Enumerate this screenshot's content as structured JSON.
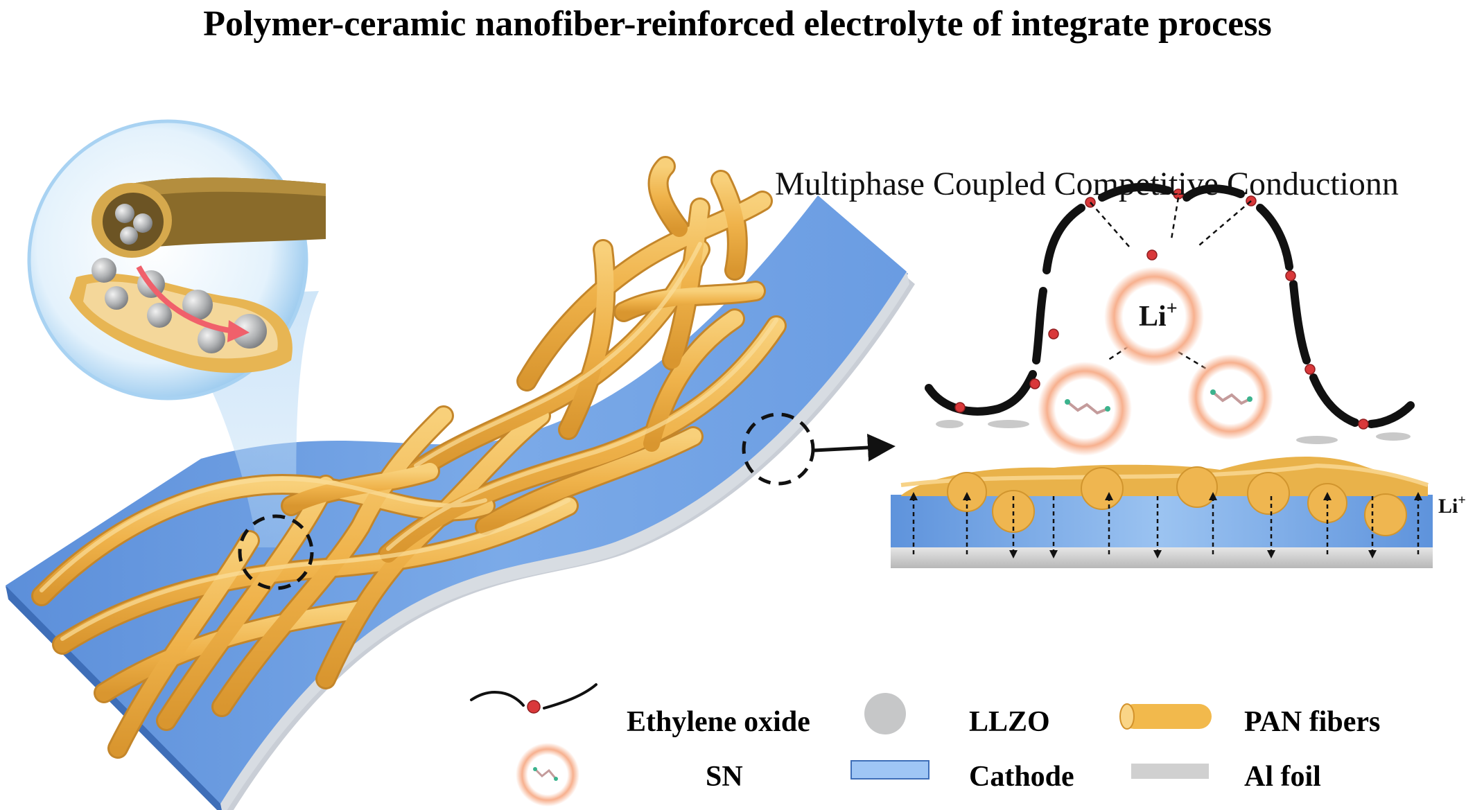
{
  "title": "Polymer-ceramic nanofiber-reinforced electrolyte of integrate process",
  "mechanism": {
    "title": "Multiphase Coupled Competitive Conductionn",
    "ion_label": "Li",
    "ion_charge": "+",
    "interface_label": "Li",
    "interface_charge": "+"
  },
  "legend": [
    {
      "key": "ethylene_oxide",
      "label": "Ethylene oxide",
      "icon": "polymer-chain-icon"
    },
    {
      "key": "llzo",
      "label": "LLZO",
      "icon": "gray-sphere-icon"
    },
    {
      "key": "pan_fibers",
      "label": "PAN fibers",
      "icon": "yellow-cylinder-icon"
    },
    {
      "key": "sn",
      "label": "SN",
      "icon": "glowing-molecule-icon"
    },
    {
      "key": "cathode",
      "label": "Cathode",
      "icon": "blue-rectangle-icon"
    },
    {
      "key": "al_foil",
      "label": "Al foil",
      "icon": "gray-rectangle-icon"
    }
  ],
  "colors": {
    "fiber": "#F2B94C",
    "fiber_dark": "#D3922B",
    "cathode": "#6FA2E6",
    "cathode_light": "#A9CBF5",
    "al_foil": "#CFCFCF",
    "llzo": "#B4B6B8",
    "glow": "#F5A47F",
    "oxygen": "#D9383A",
    "arrow_red": "#F0606B"
  }
}
